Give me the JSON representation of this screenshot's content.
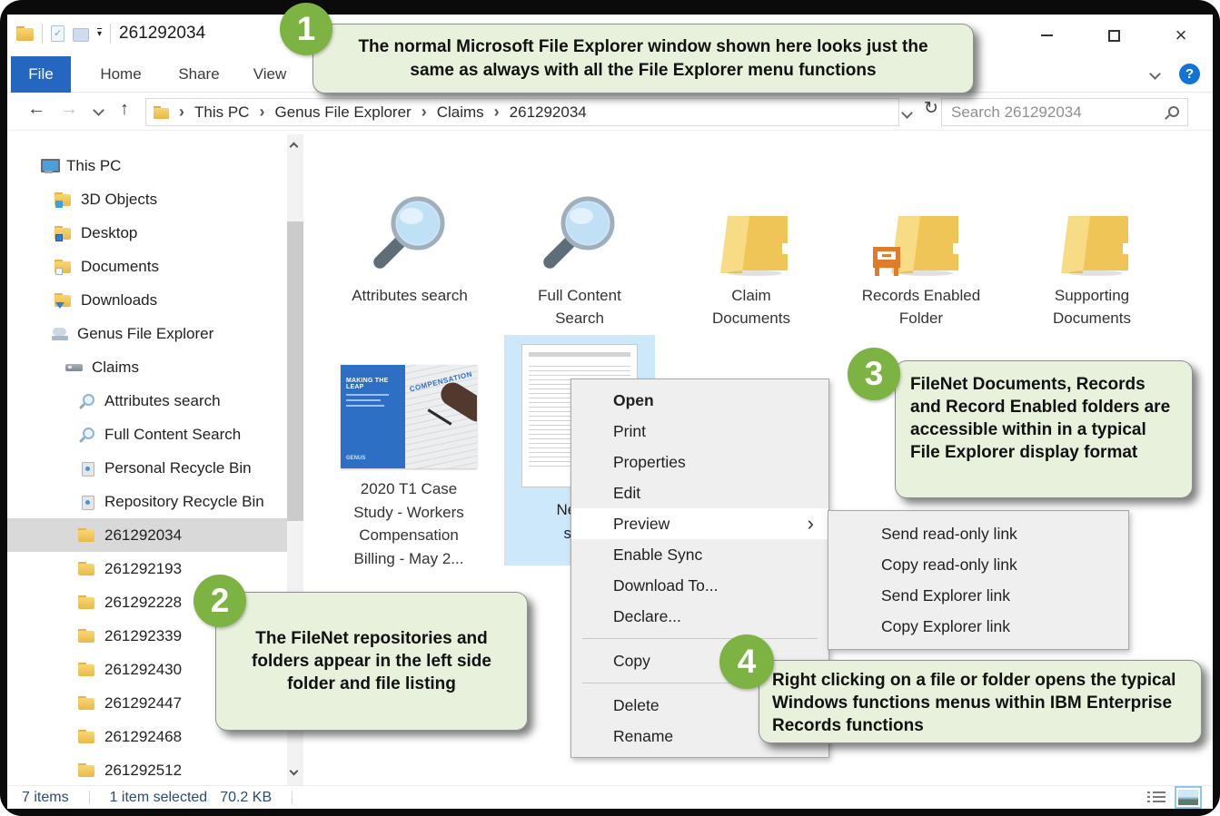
{
  "titlebar": {
    "title": "261292034"
  },
  "ribbon": {
    "tabs": [
      "File",
      "Home",
      "Share",
      "View"
    ]
  },
  "address": {
    "breadcrumb": [
      "This PC",
      "Genus File Explorer",
      "Claims",
      "261292034"
    ]
  },
  "search": {
    "placeholder": "Search 261292034"
  },
  "sidebar": {
    "items": [
      {
        "label": "This PC",
        "icon": "computer"
      },
      {
        "label": "3D Objects",
        "icon": "folder-3d"
      },
      {
        "label": "Desktop",
        "icon": "folder-desktop"
      },
      {
        "label": "Documents",
        "icon": "folder-documents"
      },
      {
        "label": "Downloads",
        "icon": "folder-downloads"
      },
      {
        "label": "Genus File Explorer",
        "icon": "cloud-drive"
      },
      {
        "label": "Claims",
        "icon": "drive"
      },
      {
        "label": "Attributes search",
        "icon": "magnifier"
      },
      {
        "label": "Full Content Search",
        "icon": "magnifier"
      },
      {
        "label": "Personal Recycle Bin",
        "icon": "recycle-bin"
      },
      {
        "label": "Repository Recycle Bin",
        "icon": "recycle-bin"
      },
      {
        "label": "261292034",
        "icon": "folder",
        "selected": true
      },
      {
        "label": "261292193",
        "icon": "folder"
      },
      {
        "label": "261292228",
        "icon": "folder"
      },
      {
        "label": "261292339",
        "icon": "folder"
      },
      {
        "label": "261292430",
        "icon": "folder"
      },
      {
        "label": "261292447",
        "icon": "folder"
      },
      {
        "label": "261292468",
        "icon": "folder"
      },
      {
        "label": "261292512",
        "icon": "folder"
      }
    ]
  },
  "tiles": [
    {
      "label": "Attributes search",
      "icon": "magnifier-large"
    },
    {
      "label": "Full Content Search",
      "icon": "magnifier-large"
    },
    {
      "label": "Claim Documents",
      "icon": "folder-large"
    },
    {
      "label": "Records Enabled Folder",
      "icon": "folder-large-records"
    },
    {
      "label": "Supporting Documents",
      "icon": "folder-large"
    }
  ],
  "files": {
    "doc1": {
      "label": "2020 T1 Case Study - Workers Compensation Billing - May 2...",
      "cover_title": "MAKING THE LEAP",
      "cover_brand": "GENUS",
      "photo_text": "COMPENSATION"
    },
    "doc2": {
      "label_line1": "New-P",
      "label_line2": "ss-N",
      "selected": true
    }
  },
  "context_menu": {
    "items": [
      {
        "label": "Open",
        "bold": true
      },
      {
        "label": "Print"
      },
      {
        "label": "Properties"
      },
      {
        "label": "Edit"
      },
      {
        "label": "Preview",
        "has_submenu": true,
        "highlighted": true
      },
      {
        "label": "Enable Sync"
      },
      {
        "label": "Download To..."
      },
      {
        "label": "Declare..."
      },
      {
        "label": "Copy"
      },
      {
        "label": "Delete"
      },
      {
        "label": "Rename"
      }
    ]
  },
  "submenu": {
    "items": [
      {
        "label": "Send read-only link"
      },
      {
        "label": "Copy read-only link"
      },
      {
        "label": "Send Explorer link"
      },
      {
        "label": "Copy Explorer link"
      }
    ]
  },
  "status": {
    "count": "7 items",
    "selected": "1 item selected",
    "size": "70.2 KB"
  },
  "callouts": [
    {
      "number": "1",
      "text": "The normal Microsoft File Explorer window shown here looks just the same as always with all the File Explorer menu functions"
    },
    {
      "number": "2",
      "text": "The FileNet repositories and folders appear in the left side folder and file listing"
    },
    {
      "number": "3",
      "text": "FileNet Documents, Records and Record Enabled folders are accessible within in a typical File Explorer display format"
    },
    {
      "number": "4",
      "text": "Right clicking on a file or folder opens the typical Windows functions menus within IBM Enterprise Records functions"
    }
  ],
  "colors": {
    "callout_green": "#7cb342",
    "callout_bg": "#e8f1dc",
    "file_tab_blue": "#2566c0",
    "selection_blue": "#cde8fb",
    "folder_yellow": "#f0c557",
    "records_orange": "#e07b2a"
  }
}
